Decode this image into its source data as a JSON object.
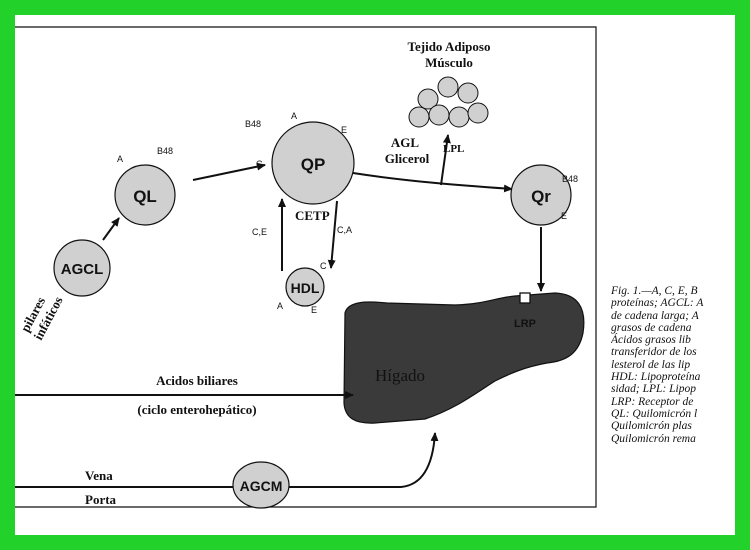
{
  "nodes": {
    "ql": "QL",
    "qp": "QP",
    "qr": "Qr",
    "hdl": "HDL",
    "agcl": "AGCL",
    "agcm": "AGCM",
    "liver": "Hígado"
  },
  "apolipoproteins": {
    "ql_a": "A",
    "ql_b48": "B48",
    "qp_a": "A",
    "qp_b48": "B48",
    "qp_e": "E",
    "qp_c": "C",
    "qr_b48": "B48",
    "qr_e": "E",
    "hdl_c": "C",
    "hdl_a": "A",
    "hdl_e": "E"
  },
  "labels": {
    "adipose_line1": "Tejido Adiposo",
    "adipose_line2": "Músculo",
    "agl": "AGL",
    "glicerol": "Glicerol",
    "lpl": "LPL",
    "cetp": "CETP",
    "ce": "C,E",
    "ca": "C,A",
    "lrp": "LRP",
    "bile_line1": "Acidos biliares",
    "bile_line2": "(ciclo enterohepático)",
    "vena": "Vena",
    "porta": "Porta",
    "capillary_line1": "pilares",
    "capillary_line2": "infáticos"
  },
  "caption_lines": [
    "Fig. 1.—A, C, E, B",
    "proteínas; AGCL: A",
    "de cadena larga; A",
    "grasos de cadena",
    "Ácidos grasos lib",
    "transferidor de los",
    "lesterol de las lip",
    "HDL: Lipoproteína",
    "sidad; LPL: Lipop",
    "LRP: Receptor de",
    "QL: Quilomicrón l",
    "Quilomicrón plas",
    "Quilomicrón rema"
  ],
  "colors": {
    "background_border": "#22d12a",
    "node_fill": "#d0d0d0",
    "liver_fill": "#3a3a3a"
  }
}
